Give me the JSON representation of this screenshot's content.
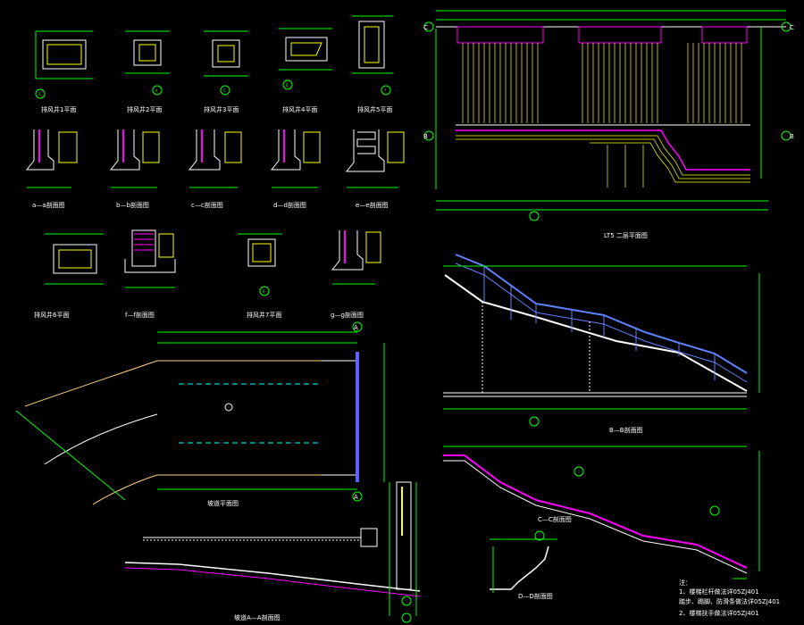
{
  "colors": {
    "background": "#000000",
    "dimension": "#00ff00",
    "structure": "#ffffff",
    "highlight": "#ff00ff",
    "rebar": "#ffff00",
    "tread": "#ffd080",
    "railing": "#6080ff",
    "axis": "#00ffff"
  },
  "labels": {
    "pit_plan_1": "排风井1平面",
    "pit_plan_2": "排风井2平面",
    "pit_plan_3": "排风井3平面",
    "pit_plan_4": "排风井4平面",
    "pit_plan_5": "排风井5平面",
    "sec_a": "a—a剖面图",
    "sec_b": "b—b剖面图",
    "sec_c": "c—c剖面图",
    "sec_d": "d—d剖面图",
    "sec_e": "e—e剖面图",
    "pit_plan_6": "排风井6平面",
    "sec_f": "f—f剖面图",
    "pit_plan_7": "排风井7平面",
    "sec_g": "g—g剖面图",
    "stair_plan_title": "LT5 二层平面图",
    "ramp_plan_title": "坡道平面图",
    "section_b": "B—B剖面图",
    "section_c": "C—C剖面图",
    "section_d": "D—D剖面图",
    "section_a": "坡道A—A剖面图",
    "circle_3": "3",
    "circle_4": "4",
    "circle_5": "5",
    "circle_6": "6",
    "circle_7": "7",
    "circle_8": "8",
    "axis_c": "C",
    "axis_b": "B",
    "axis_a": "A"
  },
  "notes": {
    "heading": "注：",
    "line1": "1、楼梯栏杆做法详05ZJ401",
    "line2": "   踏步、踢脚、防滑条做法详05ZJ401",
    "line3": "2、楼梯扶手做法详05ZJ401"
  }
}
